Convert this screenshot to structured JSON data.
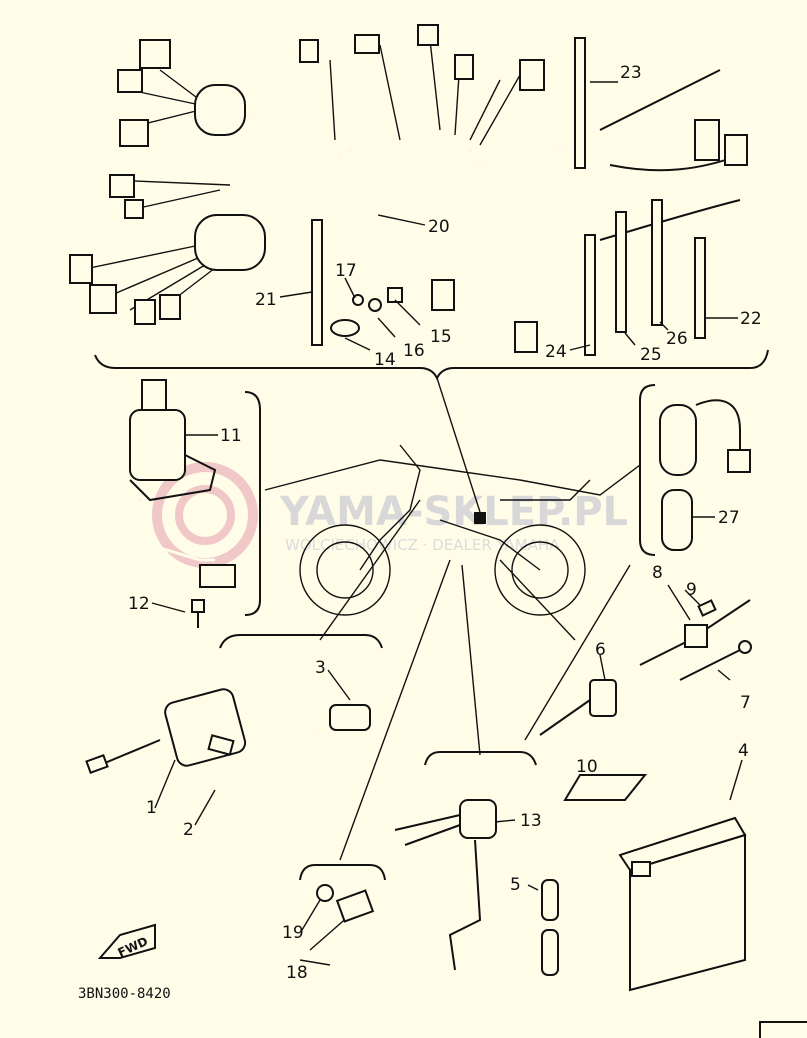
{
  "watermark": {
    "line1": "YAMA-SKLEP.PL",
    "line2": "WOLCIECHOWICZ · DEALER YAMAHA"
  },
  "diagram_code": "3BN300-8420",
  "fwd_label": "FWD",
  "callouts": [
    {
      "id": "c23",
      "text": "23"
    },
    {
      "id": "c20",
      "text": "20"
    },
    {
      "id": "c17",
      "text": "17"
    },
    {
      "id": "c21",
      "text": "21"
    },
    {
      "id": "c16",
      "text": "16"
    },
    {
      "id": "c15",
      "text": "15"
    },
    {
      "id": "c14",
      "text": "14"
    },
    {
      "id": "c24",
      "text": "24"
    },
    {
      "id": "c25",
      "text": "25"
    },
    {
      "id": "c26",
      "text": "26"
    },
    {
      "id": "c22",
      "text": "22"
    },
    {
      "id": "c11",
      "text": "11"
    },
    {
      "id": "c12",
      "text": "12"
    },
    {
      "id": "c27",
      "text": "27"
    },
    {
      "id": "c3",
      "text": "3"
    },
    {
      "id": "c8",
      "text": "8"
    },
    {
      "id": "c9",
      "text": "9"
    },
    {
      "id": "c6",
      "text": "6"
    },
    {
      "id": "c7",
      "text": "7"
    },
    {
      "id": "c1",
      "text": "1"
    },
    {
      "id": "c2",
      "text": "2"
    },
    {
      "id": "c10",
      "text": "10"
    },
    {
      "id": "c4",
      "text": "4"
    },
    {
      "id": "c13",
      "text": "13"
    },
    {
      "id": "c5",
      "text": "5"
    },
    {
      "id": "c19",
      "text": "19"
    },
    {
      "id": "c18",
      "text": "18"
    }
  ]
}
